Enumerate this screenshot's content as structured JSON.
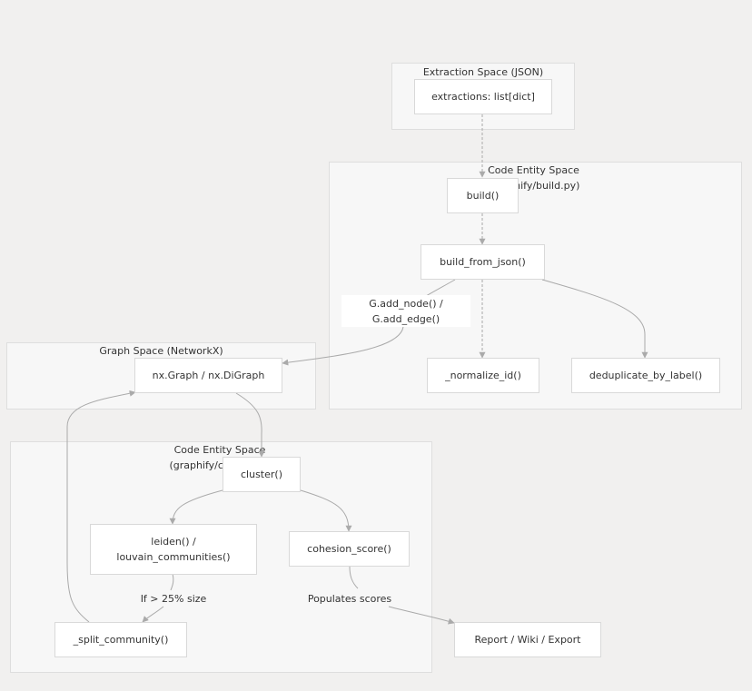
{
  "clusters": {
    "extraction": {
      "label": "Extraction Space (JSON)"
    },
    "code_build": {
      "label": "Code Entity Space\n(graphify/build.py)"
    },
    "graph": {
      "label": "Graph Space (NetworkX)"
    },
    "code_cluster": {
      "label": "Code Entity Space\n(graphify/cluster.py)"
    }
  },
  "nodes": {
    "extractions": "extractions: list[dict]",
    "build": "build()",
    "build_from_json": "build_from_json()",
    "normalize_id": "_normalize_id()",
    "deduplicate": "deduplicate_by_label()",
    "nx_graph": "nx.Graph / nx.DiGraph",
    "cluster": "cluster()",
    "leiden": "leiden() /\nlouvain_communities()",
    "cohesion": "cohesion_score()",
    "split": "_split_community()",
    "report": "Report / Wiki / Export"
  },
  "edge_labels": {
    "add_node_edge": "G.add_node() /\nG.add_edge()",
    "if_size": "If > 25% size",
    "populates": "Populates scores"
  }
}
